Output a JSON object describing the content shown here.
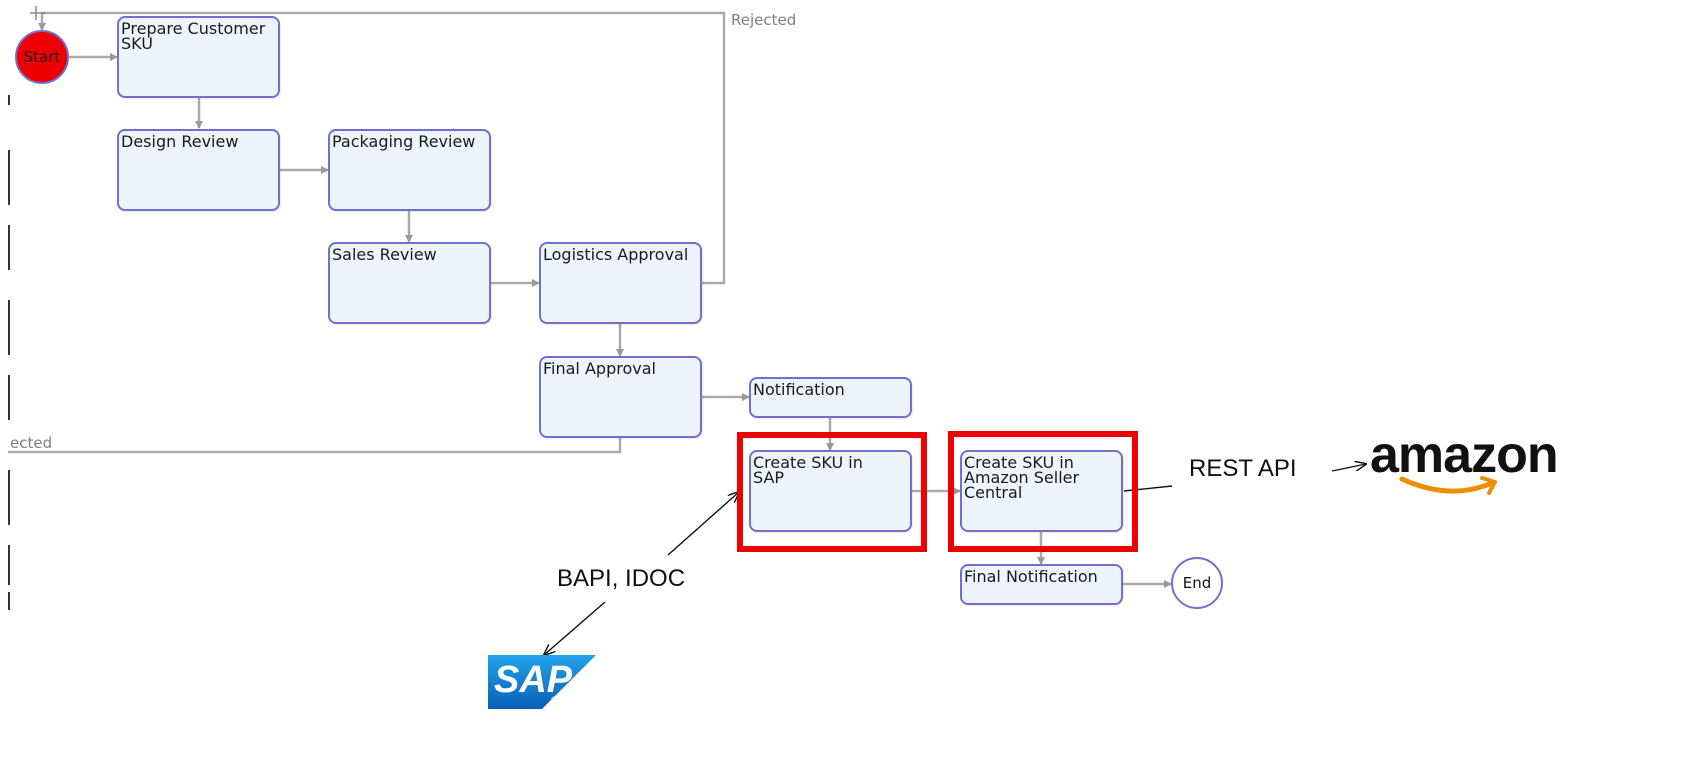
{
  "nodes": {
    "start": "Start",
    "prepare": "Prepare Customer\nSKU",
    "design": "Design Review",
    "packaging": "Packaging Review",
    "sales": "Sales Review",
    "logistics": "Logistics Approval",
    "final_approval": "Final Approval",
    "notification": "Notification",
    "create_sap": "Create SKU in\nSAP",
    "create_amazon": "Create SKU in\nAmazon Seller Central",
    "final_notification": "Final Notification",
    "end": "End"
  },
  "edge_labels": {
    "rejected_top": "Rejected",
    "rejected_left": "ected"
  },
  "annotations": {
    "rest_api": "REST API",
    "bapi_idoc": "BAPI, IDOC"
  },
  "logos": {
    "amazon": "amazon",
    "sap": "SAP",
    "sap_reg": "®"
  },
  "colors": {
    "node_fill": "#eef4fb",
    "node_border": "#6f70cf",
    "start_fill": "#ee0000",
    "highlight": "#ee0000",
    "connector": "#a9a9a9",
    "amazon_smile": "#f08c00",
    "sap_blue": "#0a73c9"
  }
}
